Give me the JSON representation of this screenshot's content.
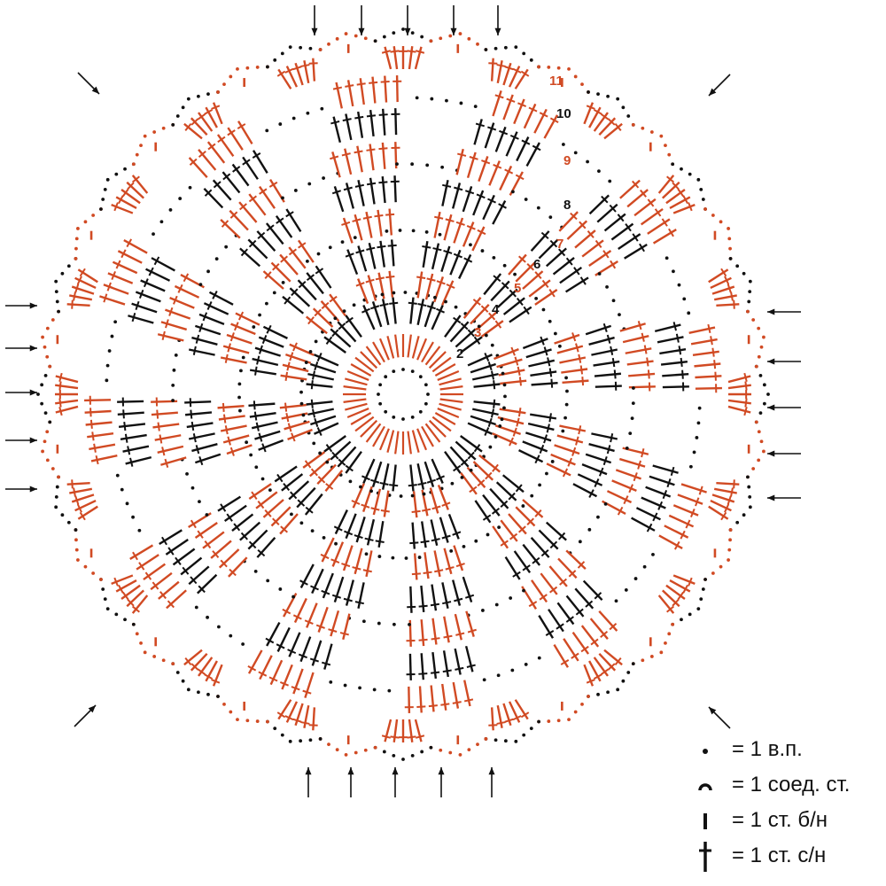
{
  "colors": {
    "black_rounds": "#111111",
    "red_rounds": "#d14a23"
  },
  "round_labels": [
    "2",
    "3",
    "4",
    "5",
    "6",
    "7",
    "8",
    "9",
    "10",
    "11"
  ],
  "legend": [
    {
      "symbol": "chain-dot",
      "text": "= 1 в.п."
    },
    {
      "symbol": "slip-stitch-arc",
      "text": "= 1 соед. ст."
    },
    {
      "symbol": "single-crochet-bar",
      "text": "= 1 ст. б/н"
    },
    {
      "symbol": "double-crochet-cross",
      "text": "= 1 ст. с/н"
    }
  ]
}
